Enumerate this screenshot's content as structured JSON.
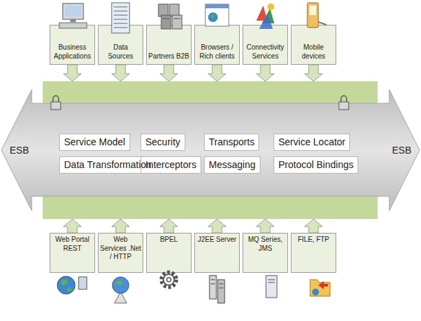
{
  "diagram": {
    "nodes": [
      {
        "text": [
          "Business Applications"
        ]
      },
      {
        "text": [
          "Data Sources"
        ]
      },
      {
        "text": [
          "Partners B2B"
        ]
      },
      {
        "text": [
          "Browsers / Rich clients"
        ]
      },
      {
        "text": [
          "Connectivity Services"
        ]
      },
      {
        "text": [
          "Mobile devices"
        ]
      },
      {
        "text": [
          "ESB",
          "ESB"
        ]
      },
      {
        "text": [
          "Service Model"
        ],
        "in": 6
      },
      {
        "text": [
          "Security"
        ],
        "in": 6
      },
      {
        "text": [
          "Transports"
        ],
        "in": 6
      },
      {
        "text": [
          "Service Locator"
        ],
        "in": 6
      },
      {
        "text": [
          "Data Transformation"
        ],
        "in": 6
      },
      {
        "text": [
          "Interceptors"
        ],
        "in": 6
      },
      {
        "text": [
          "Messaging"
        ],
        "in": 6
      },
      {
        "text": [
          "Protocol Bindings"
        ],
        "in": 6
      },
      {
        "text": [
          "Web Portal REST"
        ]
      },
      {
        "text": [
          "Web Services .Net / HTTP"
        ]
      },
      {
        "text": [
          "BPEL"
        ]
      },
      {
        "text": [
          "J2EE Server"
        ]
      },
      {
        "text": [
          "MQ Series, JMS"
        ]
      },
      {
        "text": [
          "FILE, FTP"
        ]
      }
    ],
    "edges": [
      {
        "from": 0,
        "to": 6,
        "arrow": "to"
      },
      {
        "from": 1,
        "to": 6,
        "arrow": "to"
      },
      {
        "from": 2,
        "to": 6,
        "arrow": "to"
      },
      {
        "from": 3,
        "to": 6,
        "arrow": "to"
      },
      {
        "from": 4,
        "to": 6,
        "arrow": "to"
      },
      {
        "from": 5,
        "to": 6,
        "arrow": "to"
      },
      {
        "from": 15,
        "to": 6,
        "arrow": "to"
      },
      {
        "from": 16,
        "to": 6,
        "arrow": "to"
      },
      {
        "from": 17,
        "to": 6,
        "arrow": "to"
      },
      {
        "from": 18,
        "to": 6,
        "arrow": "to"
      },
      {
        "from": 19,
        "to": 6,
        "arrow": "to"
      },
      {
        "from": 20,
        "to": 6,
        "arrow": "to"
      }
    ]
  }
}
